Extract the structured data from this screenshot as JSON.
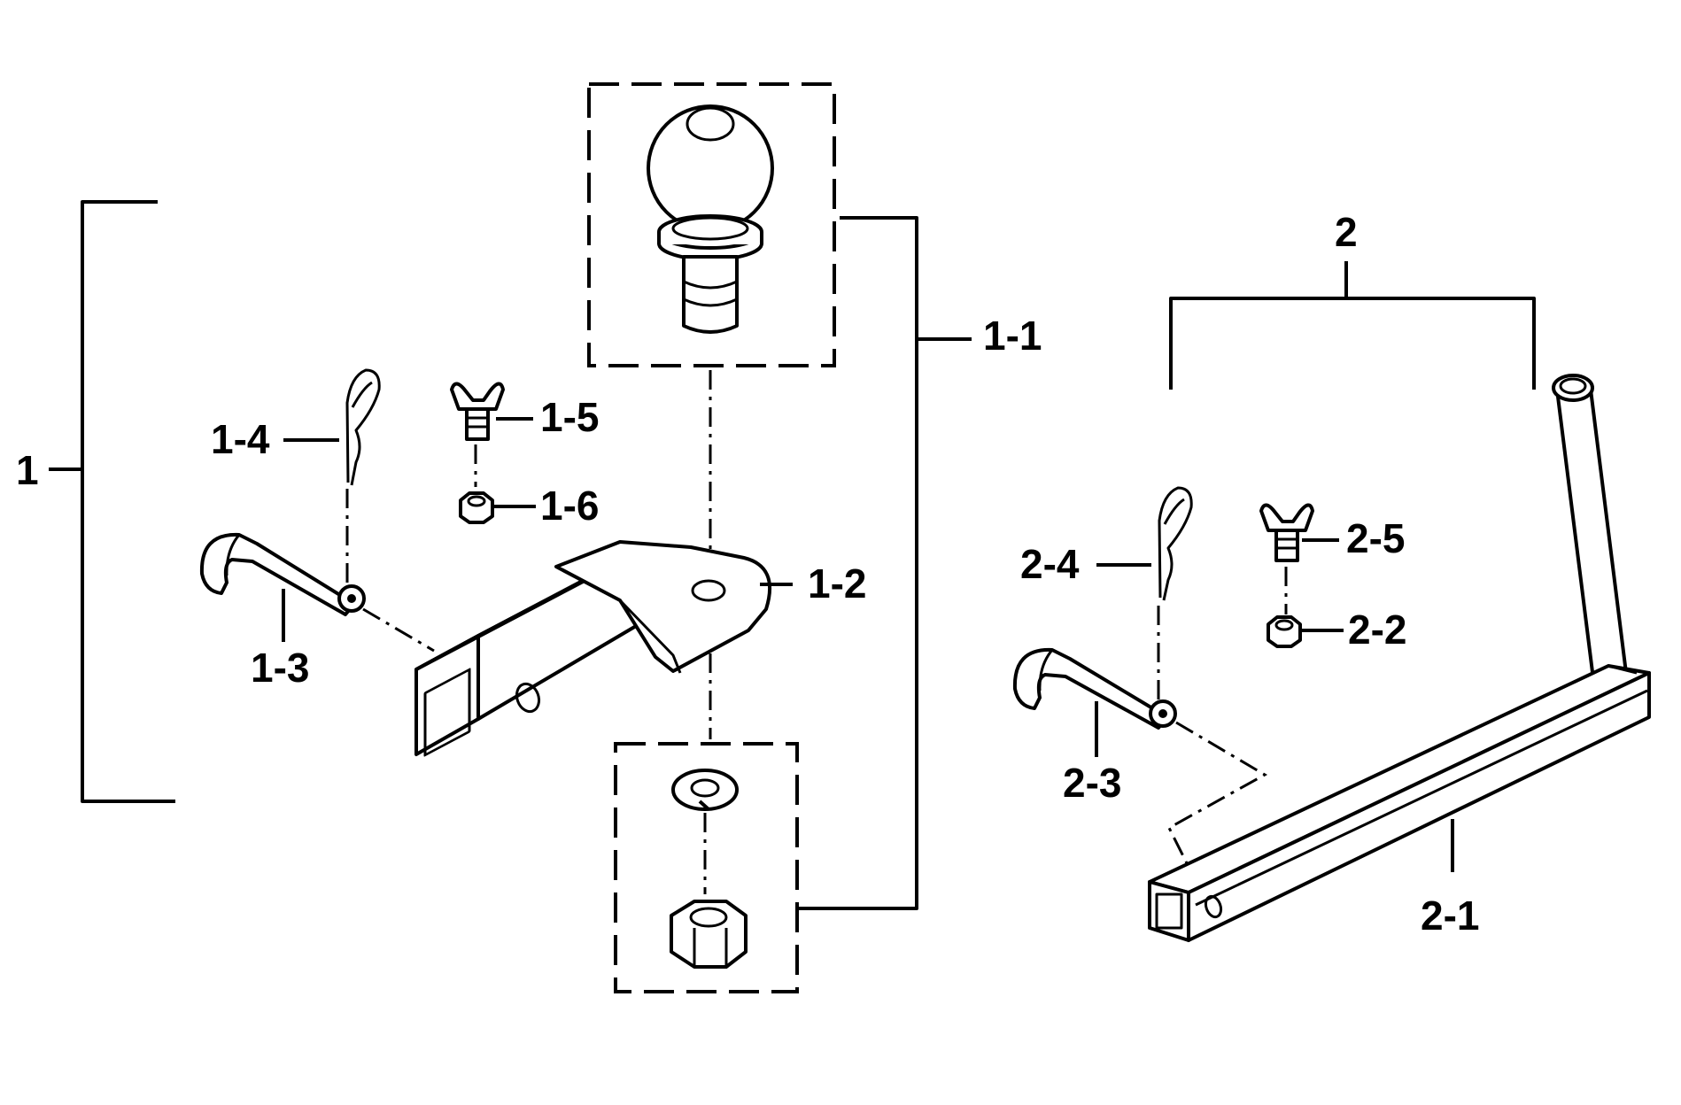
{
  "labels": {
    "l1": "1",
    "l1_1": "1-1",
    "l1_2": "1-2",
    "l1_3": "1-3",
    "l1_4": "1-4",
    "l1_5": "1-5",
    "l1_6": "1-6",
    "l2": "2",
    "l2_1": "2-1",
    "l2_2": "2-2",
    "l2_3": "2-3",
    "l2_4": "2-4",
    "l2_5": "2-5"
  }
}
